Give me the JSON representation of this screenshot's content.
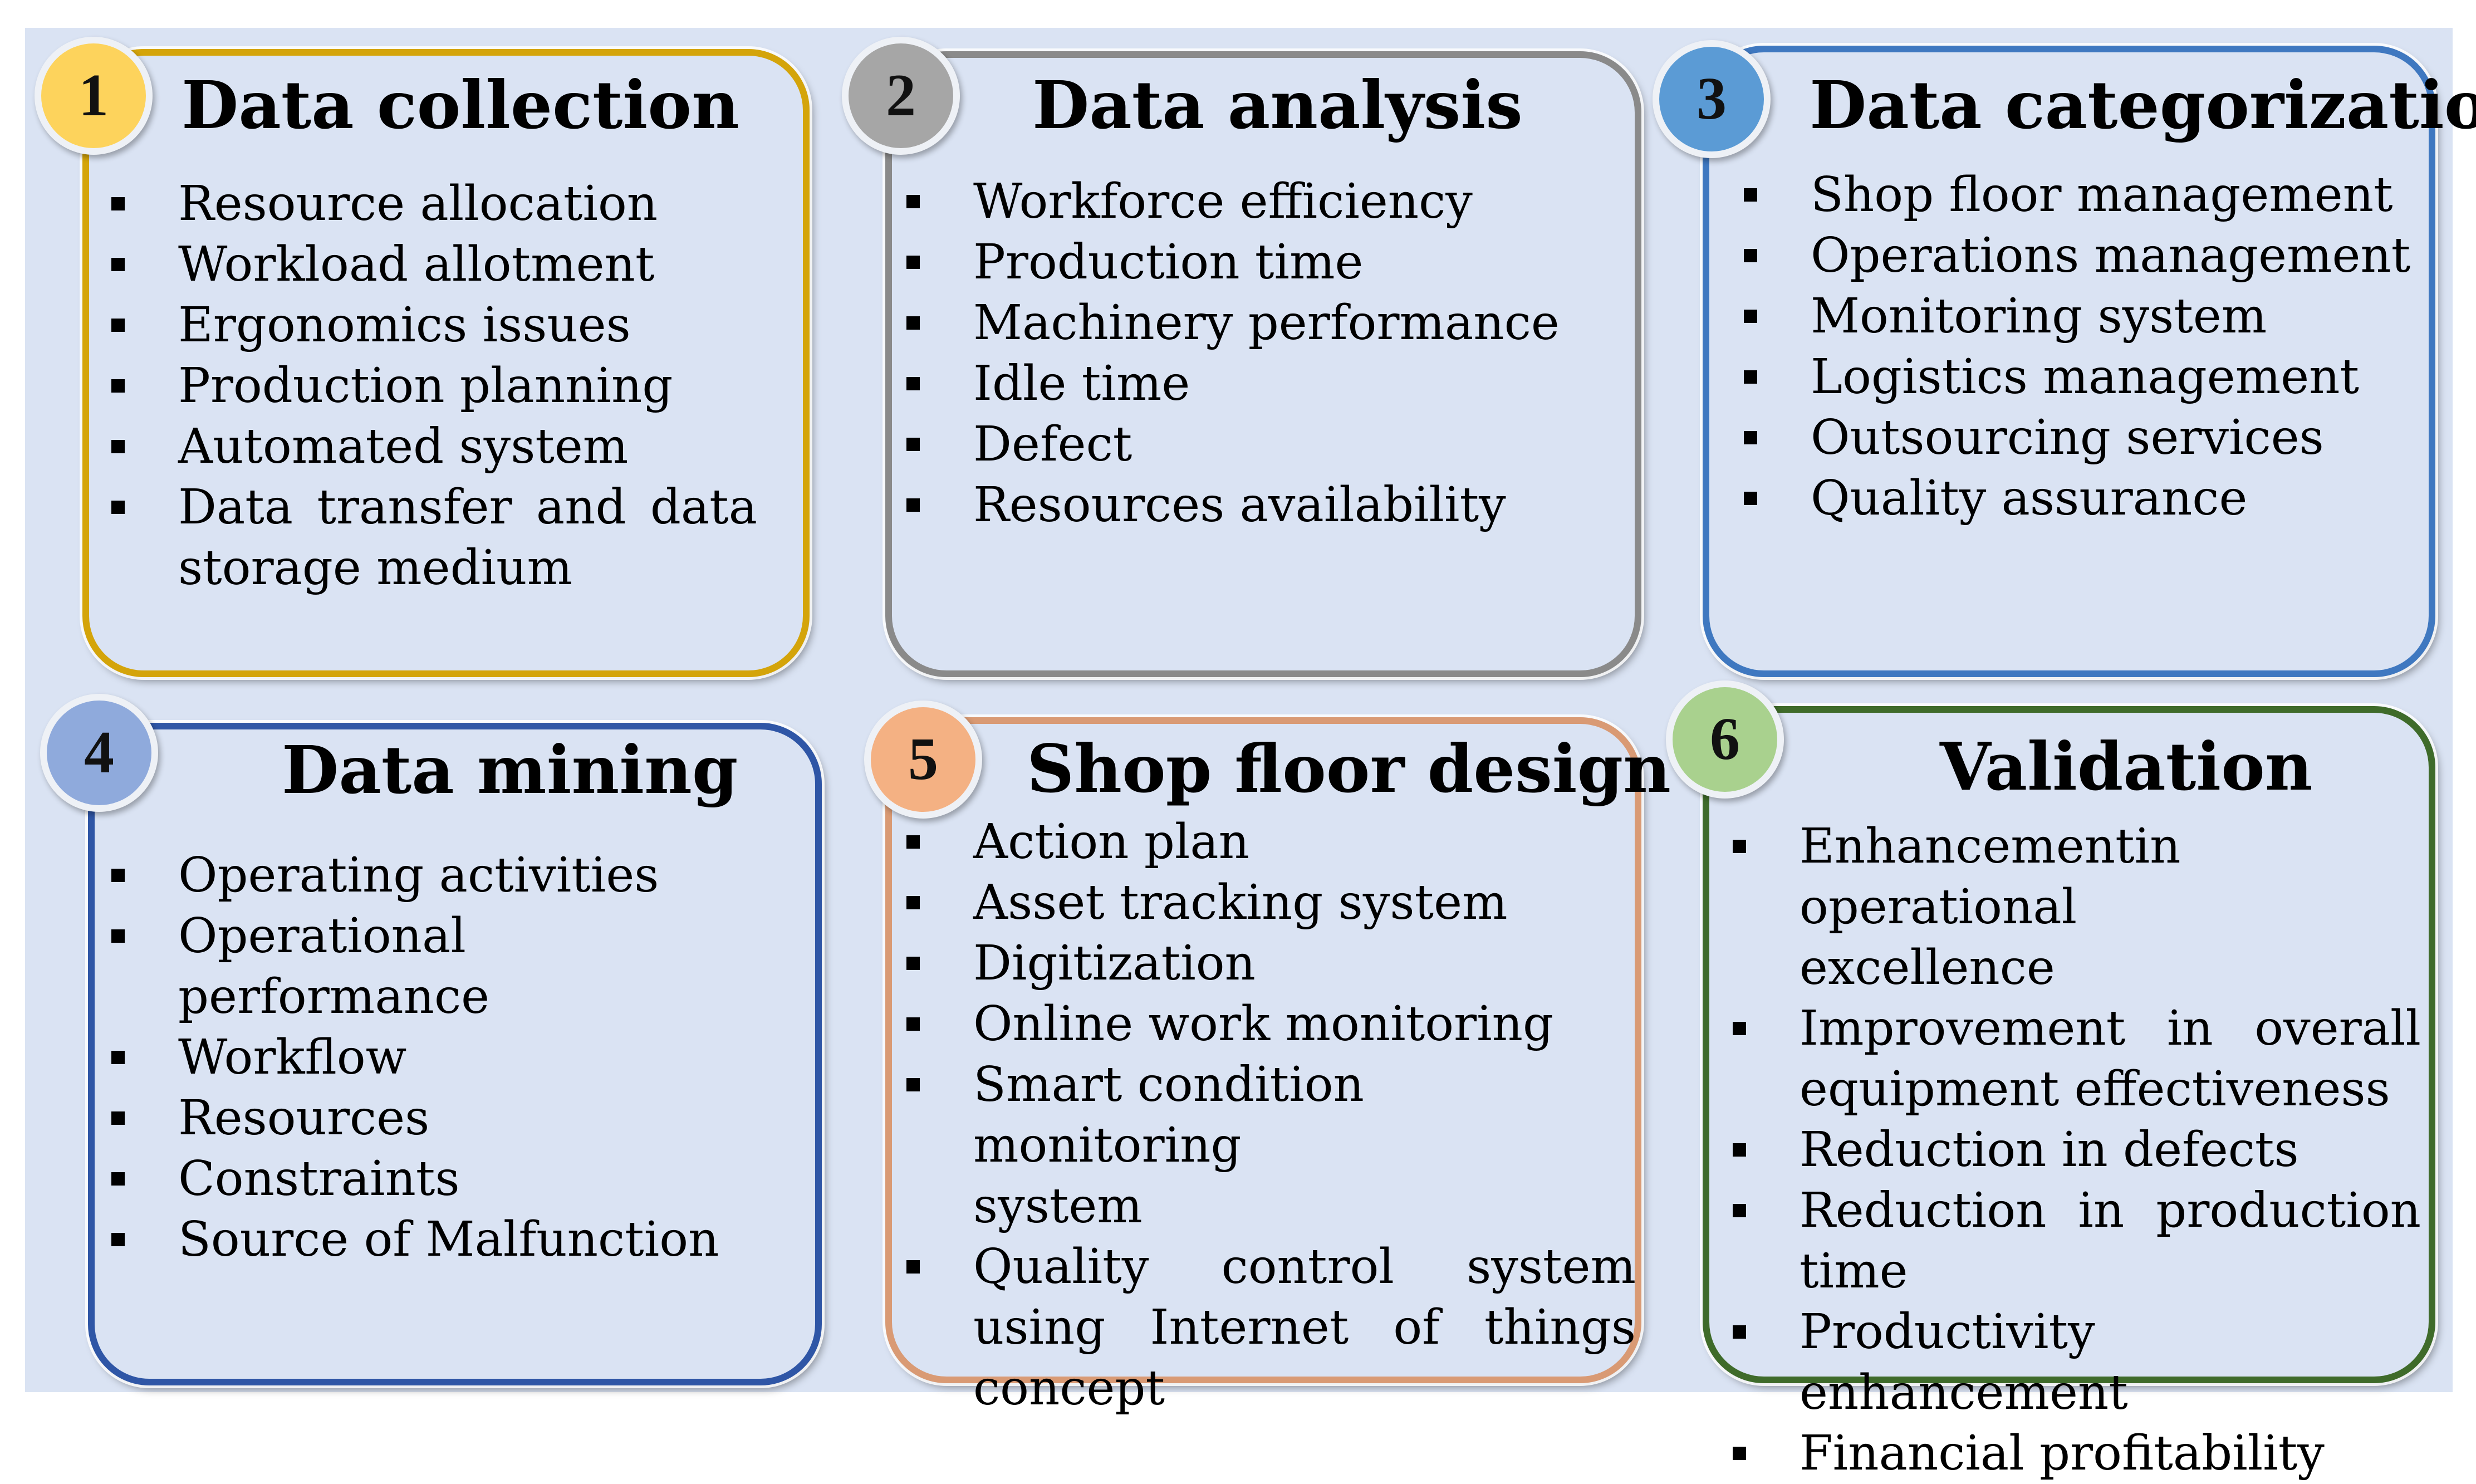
{
  "colors": {
    "background": "#dae3f3",
    "card1": "#d4a40a",
    "card2": "#8a8a8a",
    "card3": "#3f78c0",
    "card4": "#2f56a6",
    "card5": "#d99a74",
    "card6": "#3f6b2a",
    "badge1": "#fdd35c",
    "badge2": "#a6a6a6",
    "badge3": "#5b9bd5",
    "badge4": "#8faadc",
    "badge5": "#f4b183",
    "badge6": "#a9d18e"
  },
  "cards": [
    {
      "number": "1",
      "title": "Data collection",
      "items": [
        "Resource allocation",
        "Workload allotment",
        "Ergonomics issues",
        "Production planning",
        "Automated system",
        "Data transfer and data",
        "storage medium"
      ]
    },
    {
      "number": "2",
      "title": "Data analysis",
      "items": [
        "Workforce efficiency",
        "Production time",
        "Machinery performance",
        "Idle time",
        "Defect",
        "Resources availability"
      ]
    },
    {
      "number": "3",
      "title": "Data categorization",
      "items": [
        "Shop floor management",
        "Operations management",
        "Monitoring system",
        "Logistics management",
        "Outsourcing services",
        "Quality assurance"
      ]
    },
    {
      "number": "4",
      "title": "Data mining",
      "items": [
        "Operating activities",
        "Operational performance",
        "Workflow",
        "Resources",
        "Constraints",
        "Source of Malfunction"
      ]
    },
    {
      "number": "5",
      "title": "Shop floor design",
      "items": [
        "Action plan",
        "Asset tracking system",
        "Digitization",
        "Online work monitoring",
        "Smart condition monitoring",
        "system",
        "Quality control system",
        "using Internet of things",
        "concept"
      ]
    },
    {
      "number": "6",
      "title": "Validation",
      "items": [
        "Enhancementin operational",
        "excellence",
        "Improvement in overall",
        "equipment effectiveness",
        "Reduction in defects",
        "Reduction in production",
        "time",
        "Productivity enhancement",
        "Financial profitability"
      ]
    }
  ]
}
